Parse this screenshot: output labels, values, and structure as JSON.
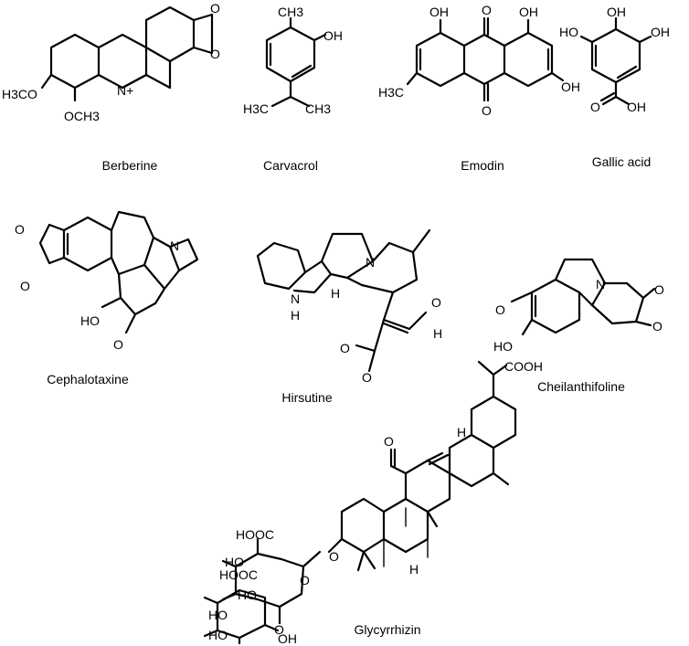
{
  "compounds": [
    {
      "name": "Berberine",
      "atoms": [
        "H3CO",
        "OCH3",
        "N+",
        "O",
        "O"
      ]
    },
    {
      "name": "Carvacrol",
      "atoms": [
        "CH3",
        "OH",
        "H3C",
        "CH3"
      ]
    },
    {
      "name": "Emodin",
      "atoms": [
        "OH",
        "O",
        "OH",
        "H3C",
        "O",
        "OH"
      ]
    },
    {
      "name": "Gallic acid",
      "atoms": [
        "OH",
        "HO",
        "OH",
        "O",
        "OH"
      ]
    },
    {
      "name": "Cephalotaxine",
      "atoms": [
        "O",
        "O",
        "N",
        "HO",
        "O"
      ]
    },
    {
      "name": "Hirsutine",
      "atoms": [
        "N",
        "N",
        "H",
        "H",
        "O",
        "H",
        "O",
        "O"
      ]
    },
    {
      "name": "Cheilanthifoline",
      "atoms": [
        "O",
        "HO",
        "N",
        "O",
        "O"
      ]
    },
    {
      "name": "Glycyrrhizin",
      "atoms": [
        "COOH",
        "O",
        "H",
        "H",
        "HOOC",
        "HO",
        "HO",
        "O",
        "O",
        "HOOC",
        "HO",
        "HO",
        "OH",
        "O"
      ]
    }
  ]
}
